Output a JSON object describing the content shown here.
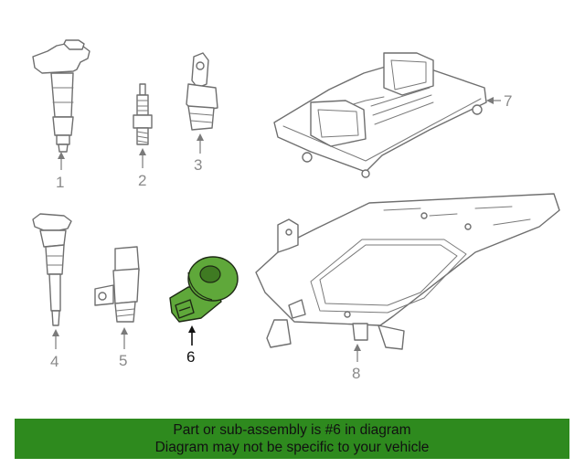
{
  "callouts": {
    "c1": "1",
    "c2": "2",
    "c3": "3",
    "c4": "4",
    "c5": "5",
    "c6": "6",
    "c7": "7",
    "c8": "8"
  },
  "highlighted_part": "6",
  "colors": {
    "highlight": "#5fa83a",
    "banner": "#2e8a1e",
    "line": "#6f6f6f"
  },
  "banner": {
    "line1": "Part or sub-assembly is #6 in diagram",
    "line2": "Diagram may not be specific to your vehicle"
  }
}
